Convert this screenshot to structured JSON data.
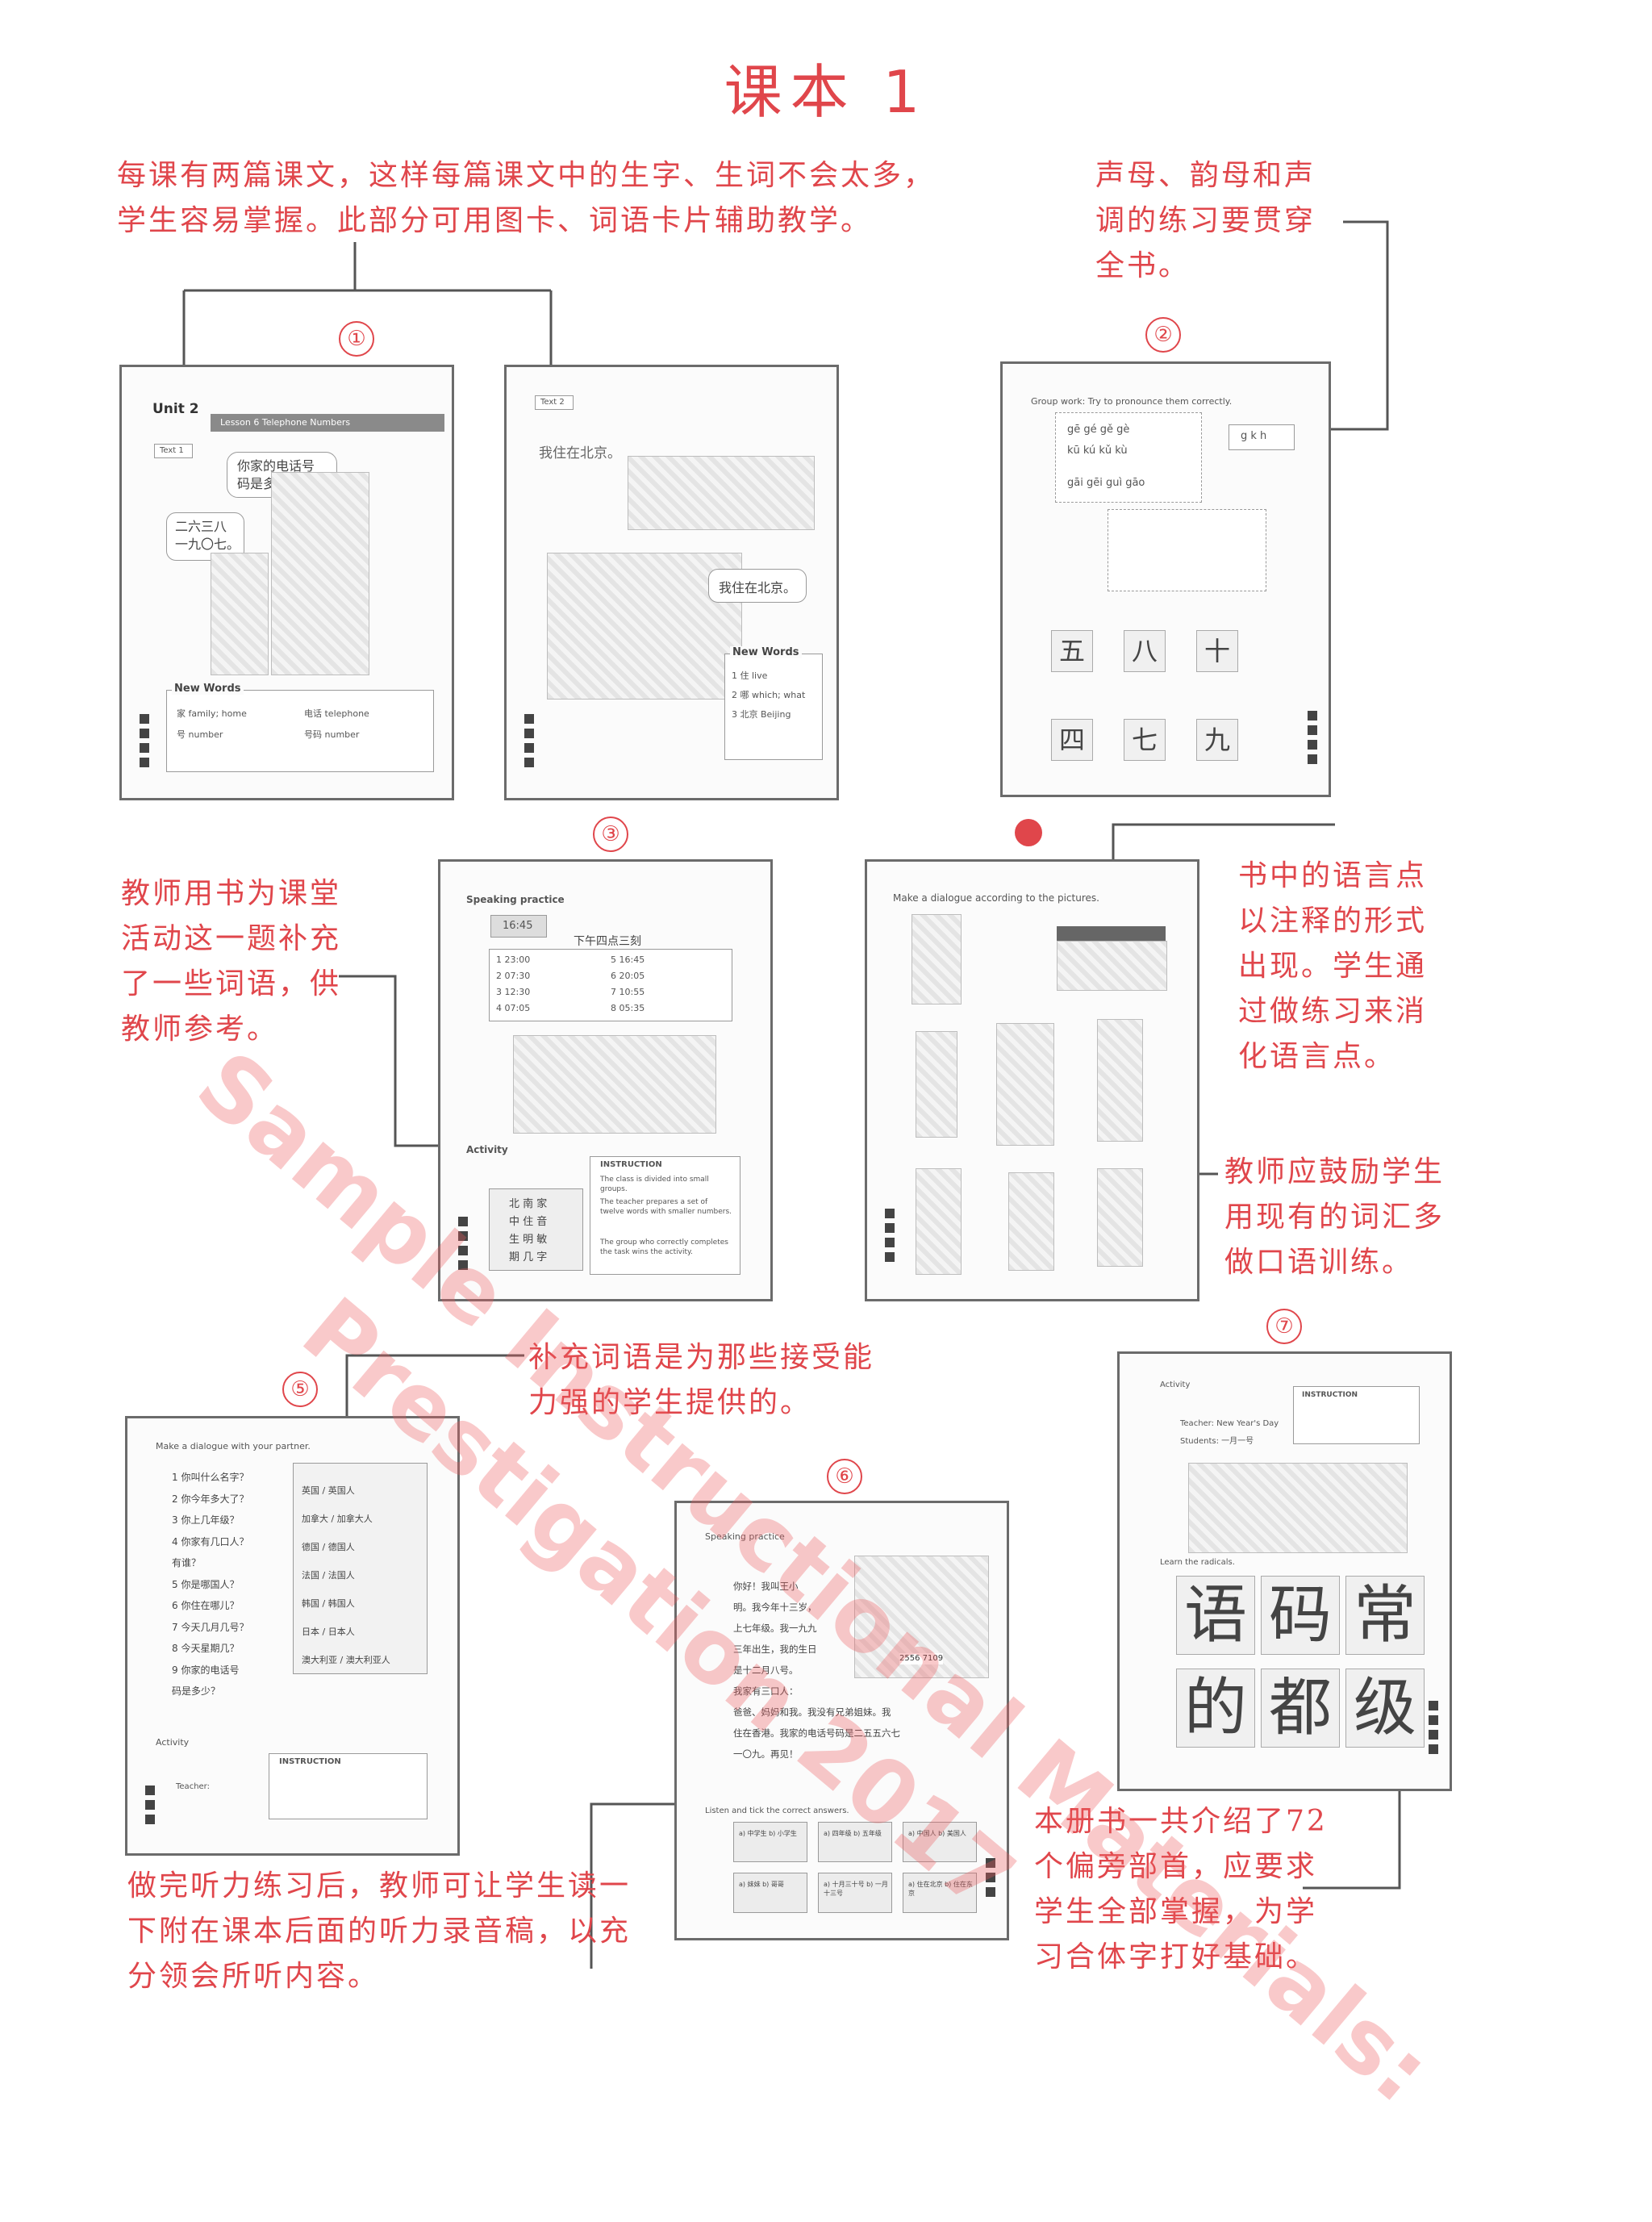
{
  "page_title": "课本 1",
  "watermark": [
    "Sample Instructional Materials:",
    "Prestigation 2017"
  ],
  "annotations": {
    "a1": [
      "每课有两篇课文，这样每篇课文中的生字、生词不会太多，",
      "学生容易掌握。此部分可用图卡、词语卡片辅助教学。"
    ],
    "a2": [
      "声母、韵母和声",
      "调的练习要贯穿",
      "全书。"
    ],
    "a3": [
      "教师用书为课堂",
      "活动这一题补充",
      "了一些词语，供",
      "教师参考。"
    ],
    "a4": [
      "书中的语言点",
      "以注释的形式",
      "出现。学生通",
      "过做练习来消",
      "化语言点。"
    ],
    "a5": [
      "教师应鼓励学生",
      "用现有的词汇多",
      "做口语训练。"
    ],
    "a6": [
      "补充词语是为那些接受能",
      "力强的学生提供的。"
    ],
    "a7": [
      "做完听力练习后，教师可让学生读一",
      "下附在课本后面的听力录音稿，以充",
      "分领会所听内容。"
    ],
    "a8": [
      "本册书一共介绍了72",
      "个偏旁部首，应要求",
      "学生全部掌握，为学",
      "习合体字打好基础。"
    ]
  },
  "markers": [
    "①",
    "②",
    "③",
    "⑤",
    "⑥",
    "⑦"
  ],
  "pages": {
    "p1": {
      "unit": "Unit 2",
      "lesson": "Lesson 6  Telephone Numbers",
      "text": "Text 1",
      "bubble1": [
        "你家的电话号",
        "码是多少？"
      ],
      "bubble2": [
        "二六三八",
        "一九〇七。"
      ],
      "new_words": "New Words",
      "words": [
        "家  family; home",
        "电话  telephone",
        "号  number",
        "号码  number"
      ]
    },
    "p2": {
      "text": "Text 2",
      "heading": "我住在北京。",
      "bubble": "我住在北京。",
      "new_words": "New Words",
      "words": [
        "1 住  live",
        "2 哪  which; what",
        "3 北京  Beijing"
      ]
    },
    "p3": {
      "title": "Group work: Try to pronounce them correctly.",
      "pinyin_rows": [
        "gē  gé  gě  gè",
        "kū  kú  kǔ  kù",
        "gāi  gēi  guì  gāo"
      ],
      "box_letters": "g  k  h",
      "numerals": [
        "五",
        "八",
        "十",
        "四",
        "七",
        "九"
      ]
    },
    "p4": {
      "title": "Speaking practice",
      "time_label": "下午四点三刻",
      "clock": "16:45",
      "times_left": [
        "1  23:00",
        "2  07:30",
        "3  12:30",
        "4  07:05"
      ],
      "times_right": [
        "5  16:45",
        "6  20:05",
        "7  10:55",
        "8  05:35"
      ],
      "activity": "Activity",
      "instruction": "INSTRUCTION",
      "instr_lines": [
        "The class is divided into small groups.",
        "The teacher prepares a set of twelve words with smaller numbers.",
        "The group who correctly completes the task wins the activity."
      ],
      "chars": [
        "北  南  家",
        "中  住  音",
        "生  明  敏",
        "期  几  字"
      ]
    },
    "p5": {
      "title": "Make a dialogue according to the pictures."
    },
    "p6": {
      "title": "Make a dialogue with your partner.",
      "questions": [
        "1 你叫什么名字？",
        "2 你今年多大了？",
        "3 你上几年级？",
        "4 你家有几口人？",
        "有谁？",
        "5 你是哪国人？",
        "6 你住在哪儿？",
        "7 今天几月几号？",
        "8 今天星期几？",
        "9 你家的电话号",
        "码是多少？"
      ],
      "words": [
        "英国 / 英国人",
        "加拿大 / 加拿大人",
        "德国 / 德国人",
        "法国 / 法国人",
        "韩国 / 韩国人",
        "日本 / 日本人",
        "澳大利亚 / 澳大利亚人"
      ],
      "activity": "Activity",
      "instruction": "INSTRUCTION",
      "teacher": "Teacher:"
    },
    "p7": {
      "title": "Speaking practice",
      "passage": [
        "你好！我叫王小",
        "明。我今年十三岁，",
        "上七年级。我一九九",
        "三年出生，我的生日",
        "是十二月八号。",
        "我家有三口人：",
        "爸爸、妈妈和我。我没有兄弟姐妹。我",
        "住在香港。我家的电话号码是二五五六七",
        "一〇九。再见！"
      ],
      "phone": "2556 7109",
      "listen_title": "Listen and tick the correct answers.",
      "choices": [
        "a) 中学生  b) 小学生",
        "a) 四年级  b) 五年级",
        "a) 中国人  b) 美国人",
        "a) 妹妹  b) 哥哥",
        "a) 十月三十号  b) 一月十三号",
        "a) 住在北京  b) 住在东京"
      ]
    },
    "p8": {
      "activity": "Activity",
      "instruction": "INSTRUCTION",
      "teacher": "Teacher: New Year's Day",
      "students": "Students: 一月一号",
      "radicals_title": "Learn the radicals.",
      "radicals": [
        "语",
        "码",
        "常",
        "的",
        "都",
        "级"
      ]
    }
  }
}
